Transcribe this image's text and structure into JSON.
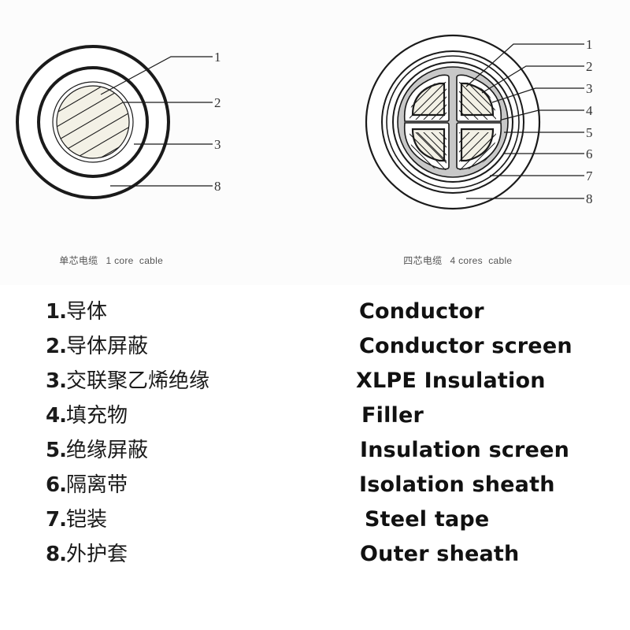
{
  "diagrams": {
    "single_core": {
      "caption_zh": "单芯电缆",
      "caption_en": "1 core  cable",
      "callouts": [
        "1",
        "2",
        "3",
        "8"
      ]
    },
    "four_core": {
      "caption_zh": "四芯电缆",
      "caption_en": "4 cores  cable",
      "callouts": [
        "1",
        "2",
        "3",
        "4",
        "5",
        "6",
        "7",
        "8"
      ]
    }
  },
  "legend": [
    {
      "num": "1.",
      "zh": "导体",
      "en": "Conductor"
    },
    {
      "num": "2.",
      "zh": "导体屏蔽",
      "en": "Conductor screen"
    },
    {
      "num": "3.",
      "zh": "交联聚乙烯绝缘",
      "en": "XLPE Insulation"
    },
    {
      "num": "4.",
      "zh": "填充物",
      "en": "Filler"
    },
    {
      "num": "5.",
      "zh": "绝缘屏蔽",
      "en": "Insulation screen"
    },
    {
      "num": "6.",
      "zh": "隔离带",
      "en": "Isolation sheath"
    },
    {
      "num": "7.",
      "zh": "铠装",
      "en": "Steel tape"
    },
    {
      "num": "8.",
      "zh": "外护套",
      "en": "Outer sheath"
    }
  ],
  "colors": {
    "line": "#1a1a1a",
    "conductor_fill": "#f3f1e6",
    "filler_fill": "#c8c8c8",
    "text": "#111111",
    "caption": "#555555"
  }
}
